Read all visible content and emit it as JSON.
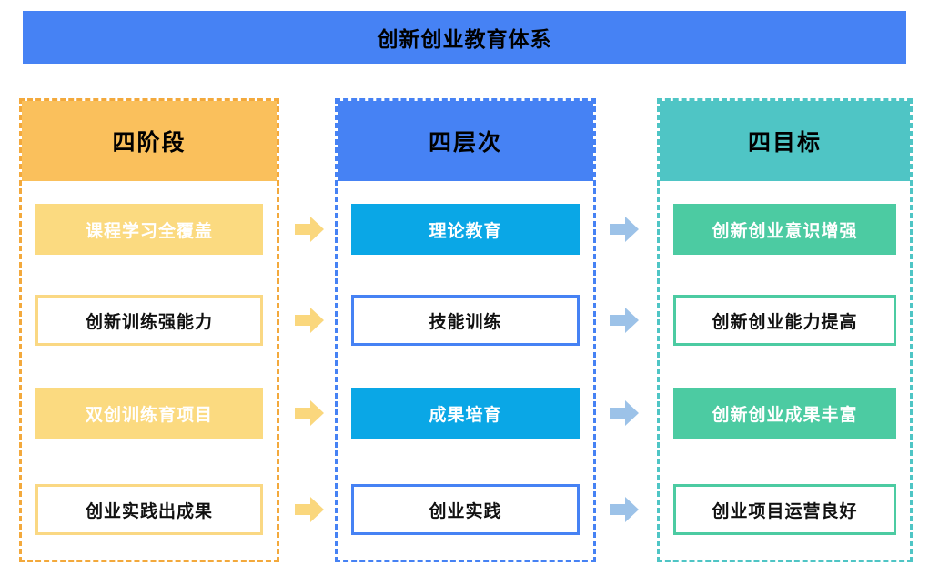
{
  "title": "创新创业教育体系",
  "columns": [
    {
      "header": "四阶段",
      "items": [
        {
          "label": "课程学习全覆盖"
        },
        {
          "label": "创新训练强能力"
        },
        {
          "label": "双创训练育项目"
        },
        {
          "label": "创业实践出成果"
        }
      ]
    },
    {
      "header": "四层次",
      "items": [
        {
          "label": "理论教育"
        },
        {
          "label": "技能训练"
        },
        {
          "label": "成果培育"
        },
        {
          "label": "创业实践"
        }
      ]
    },
    {
      "header": "四目标",
      "items": [
        {
          "label": "创新创业意识增强"
        },
        {
          "label": "创新创业能力提高"
        },
        {
          "label": "创新创业成果丰富"
        },
        {
          "label": "创业项目运营良好"
        }
      ]
    }
  ],
  "colors": {
    "title_bar": "#4682F4",
    "stages_header": "#FAC05C",
    "stages_fill": "#FBDA80",
    "stages_border": "#F3A93C",
    "levels_header": "#4682F4",
    "levels_fill": "#0AA7E6",
    "levels_border": "#4682F4",
    "goals_header": "#4FC5C5",
    "goals_fill": "#4CCBA2",
    "goals_border": "#4CCBA2",
    "arrow_yellow": "#FAD77D",
    "arrow_blue": "#9CC2E8"
  }
}
